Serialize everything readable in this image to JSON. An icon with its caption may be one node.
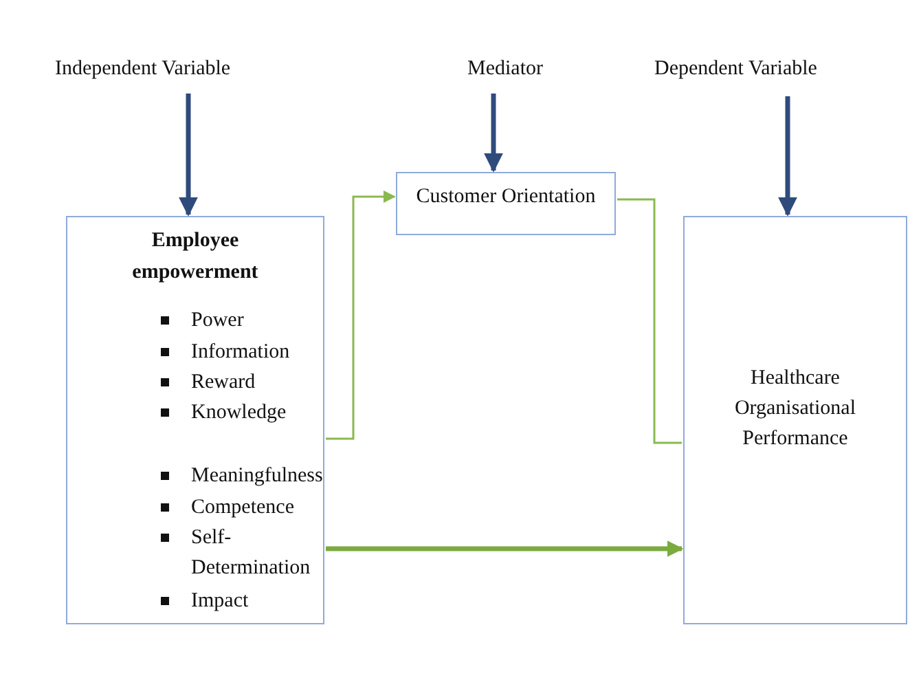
{
  "diagram": {
    "nodes": [
      {
        "text": [
          "Independent Variable"
        ]
      },
      {
        "text": [
          "Mediator"
        ]
      },
      {
        "text": [
          "Dependent Variable"
        ]
      },
      {
        "text": [
          "Employee empowerment",
          "Power",
          "Information",
          "Reward",
          "Knowledge",
          "Meaningfulness",
          "Competence",
          "Self-Determination",
          "Impact"
        ]
      },
      {
        "text": [
          "Customer Orientation"
        ]
      },
      {
        "text": [
          "Healthcare Organisational Performance"
        ]
      }
    ],
    "edges": [
      {
        "from": 0,
        "to": 3,
        "arrow": "to"
      },
      {
        "from": 1,
        "to": 4,
        "arrow": "to"
      },
      {
        "from": 2,
        "to": 5,
        "arrow": "to"
      },
      {
        "from": 3,
        "to": 4,
        "arrow": "to",
        "color": "#8ab94f"
      },
      {
        "from": 4,
        "to": 5,
        "arrow": "none",
        "color": "#8ab94f"
      },
      {
        "from": 3,
        "to": 5,
        "arrow": "to",
        "color": "#7bab3f"
      }
    ]
  }
}
